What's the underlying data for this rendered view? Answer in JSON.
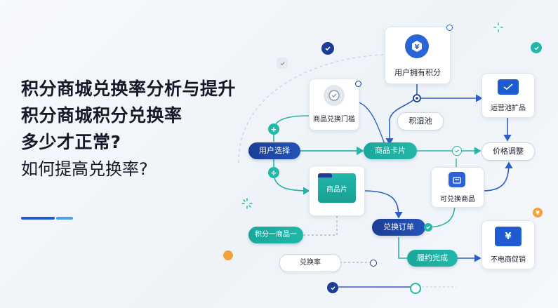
{
  "titles": {
    "line1": "积分商城兑换率分析与提升",
    "line2": "积分商城积分兑换率",
    "line3": "多少才正常?",
    "line4": "如何提高兑换率?"
  },
  "nodes": {
    "user_points": "用户拥有积分",
    "threshold": "商品兑换门槛",
    "pool_small": "积湿池",
    "ops_pool": "运营池扩品",
    "user_select": "用户选择",
    "product_card": "商品卡片",
    "price_adjust": "价格调整",
    "product_tile": "商品片",
    "redeemable": "可兑换商品",
    "points_one_product": "积分一商品一",
    "order": "兑换订单",
    "redeem_small": "兑换率",
    "fulfill": "履约完成",
    "promo": "不电商促销"
  },
  "icons": {
    "yen_symbol": "¥",
    "plus_symbol": "+"
  },
  "colors": {
    "navy": "#1b3d94",
    "teal": "#1aa79b",
    "blue_icon": "#2a64d8",
    "orange": "#f2a23a",
    "line": "#2f5fc4",
    "teal_line": "#2bb3a5"
  }
}
